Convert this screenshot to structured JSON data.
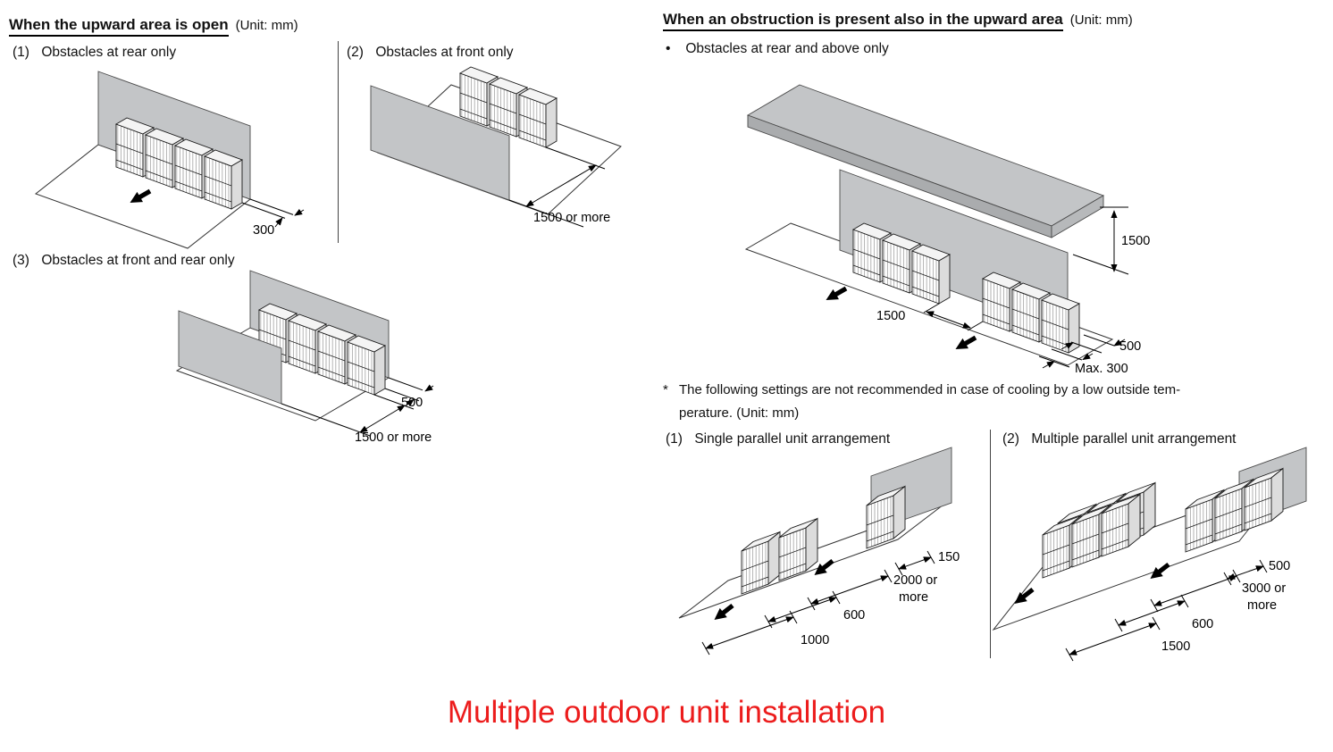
{
  "colors": {
    "accent_red": "#ec1c1c",
    "wall_gray": "#c3c5c7",
    "slab_front": "#aaacae",
    "slab_end": "#b7b9bb"
  },
  "left": {
    "heading": "When the upward area is open",
    "unit_note": "(Unit: mm)",
    "fig1": {
      "num": "(1)",
      "caption": "Obstacles at rear only",
      "dim_rear": "300"
    },
    "fig2": {
      "num": "(2)",
      "caption": "Obstacles at front only",
      "dim_front": "1500 or more"
    },
    "fig3": {
      "num": "(3)",
      "caption": "Obstacles at front and rear only",
      "dim_rear": "500",
      "dim_front": "1500 or more"
    }
  },
  "right": {
    "heading": "When an obstruction is present also in the upward area",
    "unit_note": "(Unit: mm)",
    "bullet_marker": "•",
    "bullet": "Obstacles at rear and above only",
    "fig_top": {
      "dim_height": "1500",
      "dim_gap": "1500",
      "dim_side": "500",
      "dim_rear": "Max. 300"
    },
    "note_marker": "*",
    "note_line1": "The following settings are not recommended in case of cooling by a low outside tem-",
    "note_line2": "perature. (Unit: mm)",
    "fig_single": {
      "num": "(1)",
      "caption": "Single parallel unit arrangement",
      "dim_rear": "150",
      "dim_gap1": "2000 or",
      "dim_gap2": "more",
      "dim_unit": "600",
      "dim_front": "1000"
    },
    "fig_multi": {
      "num": "(2)",
      "caption": "Multiple parallel unit arrangement",
      "dim_rear": "500",
      "dim_gap1": "3000 or",
      "dim_gap2": "more",
      "dim_unit": "600",
      "dim_front": "1500"
    }
  },
  "footer": {
    "title": "Multiple outdoor unit installation"
  }
}
